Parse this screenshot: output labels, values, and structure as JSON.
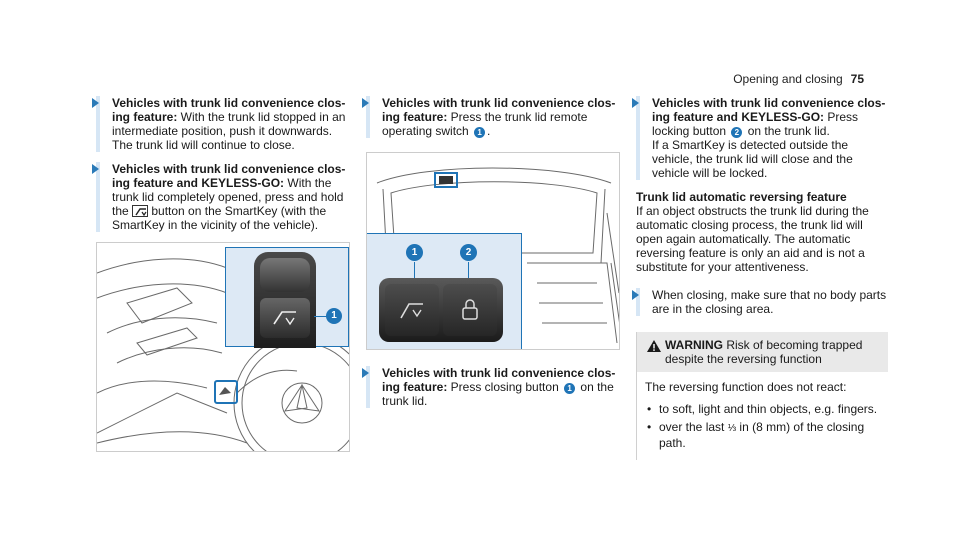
{
  "header": {
    "title": "Opening and closing",
    "page": "75"
  },
  "col1": {
    "step1": {
      "bold": "Vehicles with trunk lid convenience clos­ing feature:",
      "text": " With the trunk lid stopped in an intermediate position, push it downwards. The trunk lid will continue to close."
    },
    "step2": {
      "bold": "Vehicles with trunk lid convenience clos­ing feature and KEYLESS-GO:",
      "text_a": " With the trunk lid completely opened, press and hold the ",
      "text_b": " button on the SmartKey (with the SmartKey in the vicinity of the vehicle)."
    },
    "callout": "1"
  },
  "col2": {
    "step1": {
      "bold": "Vehicles with trunk lid convenience clos­ing feature:",
      "text_a": " Press the trunk lid remote oper­ating switch ",
      "num": "1",
      "text_b": "."
    },
    "callout1": "1",
    "callout2": "2",
    "step2": {
      "bold": "Vehicles with trunk lid convenience clos­ing feature:",
      "text_a": " Press closing button ",
      "num": "1",
      "text_b": " on the trunk lid."
    }
  },
  "col3": {
    "step1": {
      "bold": "Vehicles with trunk lid convenience clos­ing feature and KEYLESS-GO:",
      "text_a": " Press locking button ",
      "num": "2",
      "text_b": " on the trunk lid.",
      "text_c": "If a SmartKey is detected outside the vehicle, the trunk lid will close and the vehicle will be locked."
    },
    "heading": "Trunk lid automatic reversing feature",
    "para": "If an object obstructs the trunk lid during the automatic closing process, the trunk lid will open again automatically. The automatic revers­ing feature is only an aid and is not a substitute for your attentiveness.",
    "step2": {
      "text": "When closing, make sure that no body parts are in the closing area."
    },
    "warning": {
      "label": "WARNING",
      "title": "Risk of becoming trapped despite the reversing function",
      "intro": "The reversing function does not react:",
      "items": [
        "to soft, light and thin objects, e.g. fingers.",
        "over the last",
        "in (8 mm) of the closing path."
      ],
      "fraction": "⅓"
    }
  }
}
